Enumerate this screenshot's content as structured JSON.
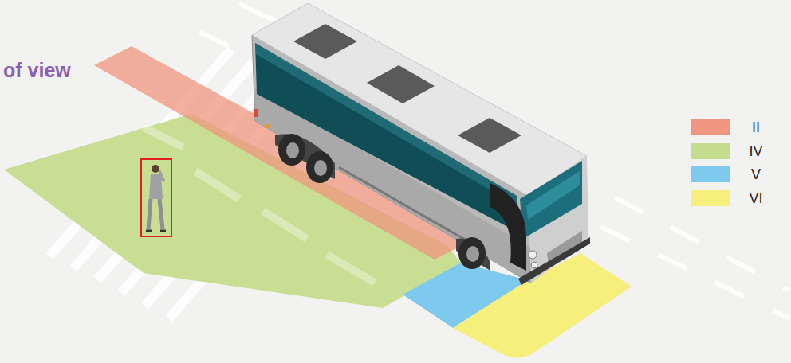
{
  "diagram": {
    "title": "of view",
    "legend": [
      {
        "text": "II",
        "color": "#f0957f"
      },
      {
        "text": "IV",
        "color": "#c4dc8d"
      },
      {
        "text": "V",
        "color": "#7ecaee"
      },
      {
        "text": "VI",
        "color": "#f7ef7c"
      }
    ]
  }
}
